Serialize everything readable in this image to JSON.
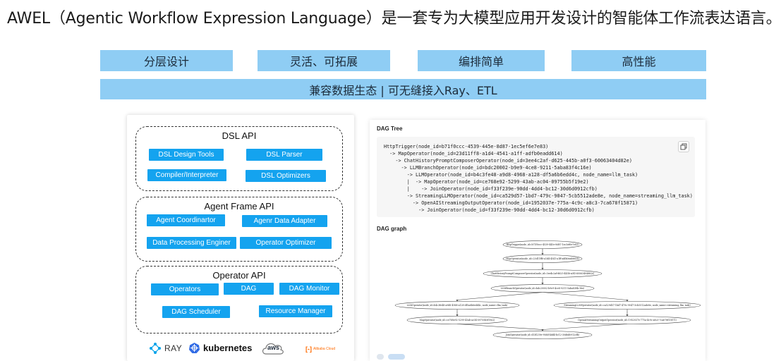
{
  "headline": "AWEL（Agentic Workflow Expression Language）是一套专为大模型应用开发设计的智能体工作流表达语言。",
  "features": [
    "分层设计",
    "灵活、可拓展",
    "编排简单",
    "高性能"
  ],
  "ecosystem": "兼容数据生态 | 可无缝接入Ray、ETL",
  "layers": {
    "dsl": {
      "title": "DSL API",
      "items": [
        "DSL Design Tools",
        "DSL Parser",
        "Compiler/Interpreter",
        "DSL Optimizers"
      ]
    },
    "agent": {
      "title": "Agent Frame API",
      "items": [
        "Agent Coordinartor",
        "Agenr Data Adapter",
        "Data Processing Enginer",
        "Operator Optimizer"
      ]
    },
    "operator": {
      "title": "Operator API",
      "items": [
        "Operators",
        "DAG",
        "DAG Monitor",
        "DAG Scheduler",
        "Resource Manager"
      ]
    }
  },
  "logos": {
    "ray": "RAY",
    "kubernetes": "kubernetes",
    "aws": "aws",
    "alibaba": "Alibaba Cloud"
  },
  "dag_tree": {
    "title": "DAG Tree",
    "lines": [
      "HttpTrigger(node_id=b71f0ccc-4539-445e-8d87-1ec5ef6e7e83)",
      "  -> MapOperator(node_id=23d11ff8-a1d4-4541-a1ff-adfb0eadd614)",
      "    -> ChatHistoryPromptComposerOperator(node_id=3ee4c2af-d625-445b-a0f3-60063404d82e)",
      "      -> LLMBranchOperator(node_id=bdc20002-b9e9-4ce8-9211-5aba83f4c16e)",
      "        -> LLMOperator(node_id=b4c3fe48-a9d8-4968-a128-df5a6b6edd4c, node_name=llm_task)",
      "        |  -> MapOperator(node_id=ce768e92-5299-43ab-ac04-09755b5f19e2)",
      "        |    -> JoinOperator(node_id=f33f239e-90dd-4dd4-bc12-30d6d0912cfb)",
      "        -> StreamingLLMOperator(node_id=ca529d57-1bd7-479c-9047-5cb5512ade8e, node_name=streaming_llm_task)",
      "          -> OpenAIStreamingOutputOperator(node_id=1952037e-775a-4c9c-a8c3-7ca678f15871)",
      "            -> JoinOperator(node_id=f33f239e-90dd-4dd4-bc12-30d6d0912cfb)"
    ]
  },
  "dag_graph": {
    "title": "DAG graph",
    "nodes": [
      "HttpTrigger(node_id=b71f0ccc-4539-445e-8d87-1ec5ef6e7e83)",
      "MapOperator(node_id=23d11ff8-a1d4-4541-a1ff-adfb0eadd614)",
      "ChatHistoryPromptComposerOperator(node_id=3ee4c2af-d625-445b-a0f3-60063404d82e)",
      "LLMBranchOperator(node_id=bdc20002-b9e9-4ce8-9211-5aba83f4c16e)",
      "LLMOperator(node_id=b4c3fe48-a9d8-4968-a128-df5a6b6edd4c, node_name=llm_task)",
      "StreamingLLMOperator(node_id=ca529d57-1bd7-479c-9047-5cb5512ade8e, node_name=streaming_llm_task)",
      "MapOperator(node_id=ce768e92-5299-43ab-ac04-09755b5f19e2)",
      "OpenAIStreamingOutputOperator(node_id=1952037e-775a-4c9c-a8c3-7ca678f15871)",
      "JoinOperator(node_id=f33f239e-90dd-4dd4-bc12-30d6d0912cfb)"
    ],
    "edges": [
      [
        0,
        1
      ],
      [
        1,
        2
      ],
      [
        2,
        3
      ],
      [
        3,
        4
      ],
      [
        3,
        5
      ],
      [
        4,
        6
      ],
      [
        5,
        7
      ],
      [
        6,
        8
      ],
      [
        7,
        8
      ]
    ]
  },
  "colors": {
    "feature_bg": "#8fcdf4",
    "pill_bg": "#14a3ef",
    "pill_text": "#ffffff",
    "k8s_blue": "#326ce5",
    "ray_blue": "#00a2e9",
    "aws_orange": "#ff9900",
    "alibaba_orange": "#ff6a00"
  }
}
